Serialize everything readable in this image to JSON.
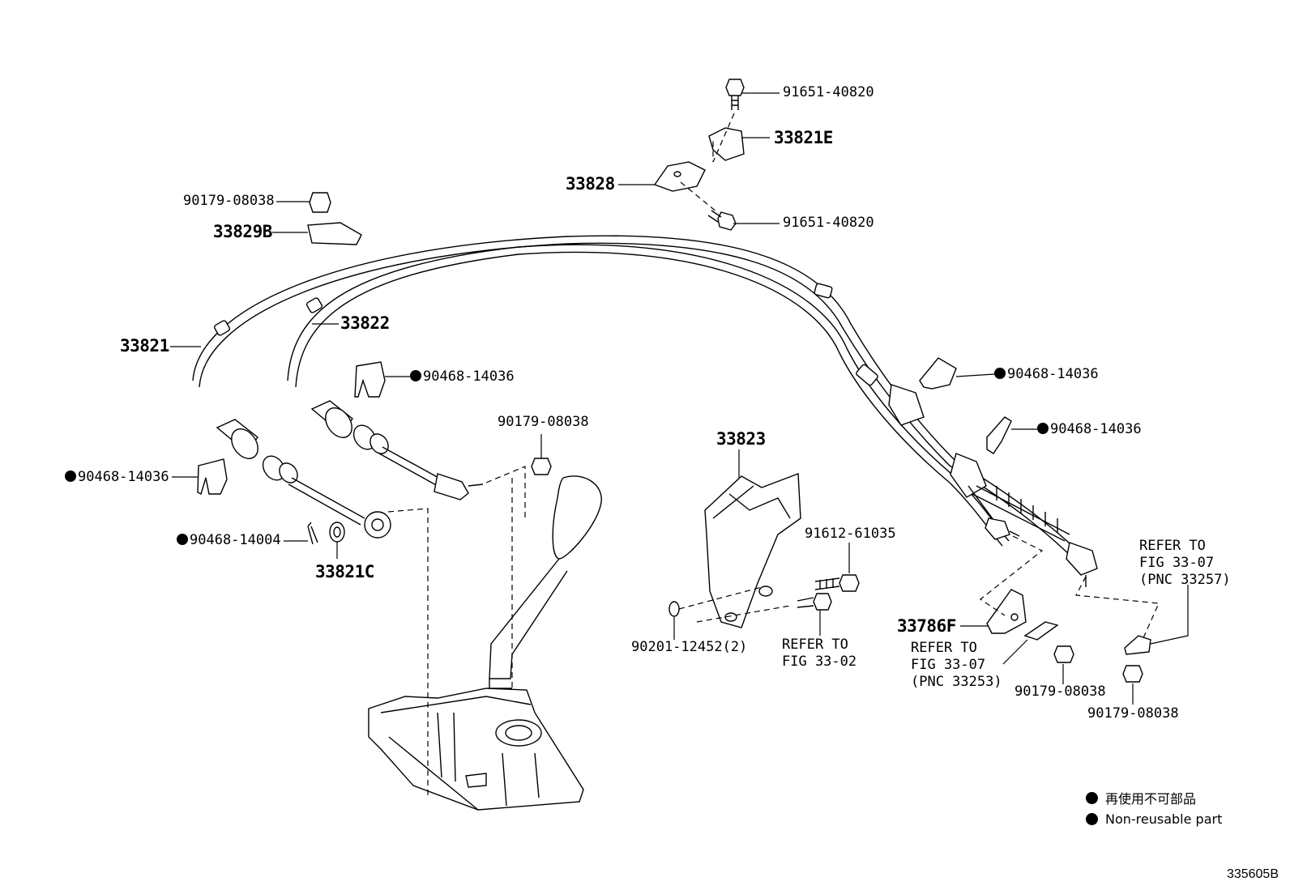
{
  "parts": {
    "p_91651_top": "91651-40820",
    "p_33821E": "33821E",
    "p_33828": "33828",
    "p_91651_mid": "91651-40820",
    "p_90179_topleft": "90179-08038",
    "p_33829B": "33829B",
    "p_33822": "33822",
    "p_33821": "33821",
    "p_90468_14036_a": "90468-14036",
    "p_90468_14036_b": "90468-14036",
    "p_90468_14036_c": "90468-14036",
    "p_90468_14036_d": "90468-14036",
    "p_90468_14004": "90468-14004",
    "p_33821C": "33821C",
    "p_90179_center": "90179-08038",
    "p_33823": "33823",
    "p_91612": "91612-61035",
    "p_90201": "90201-12452(2)",
    "p_33786F": "33786F",
    "p_90179_bot1": "90179-08038",
    "p_90179_bot2": "90179-08038"
  },
  "refs": {
    "fig_33_02": [
      "REFER TO",
      "FIG 33-02"
    ],
    "fig_33_07_a": [
      "REFER TO",
      "FIG 33-07",
      "(PNC 33253)"
    ],
    "fig_33_07_b": [
      "REFER TO",
      "FIG 33-07",
      "(PNC 33257)"
    ]
  },
  "legend": {
    "jp": "再使用不可部品",
    "en": "Non-reusable part"
  },
  "figure_id": "335605B"
}
